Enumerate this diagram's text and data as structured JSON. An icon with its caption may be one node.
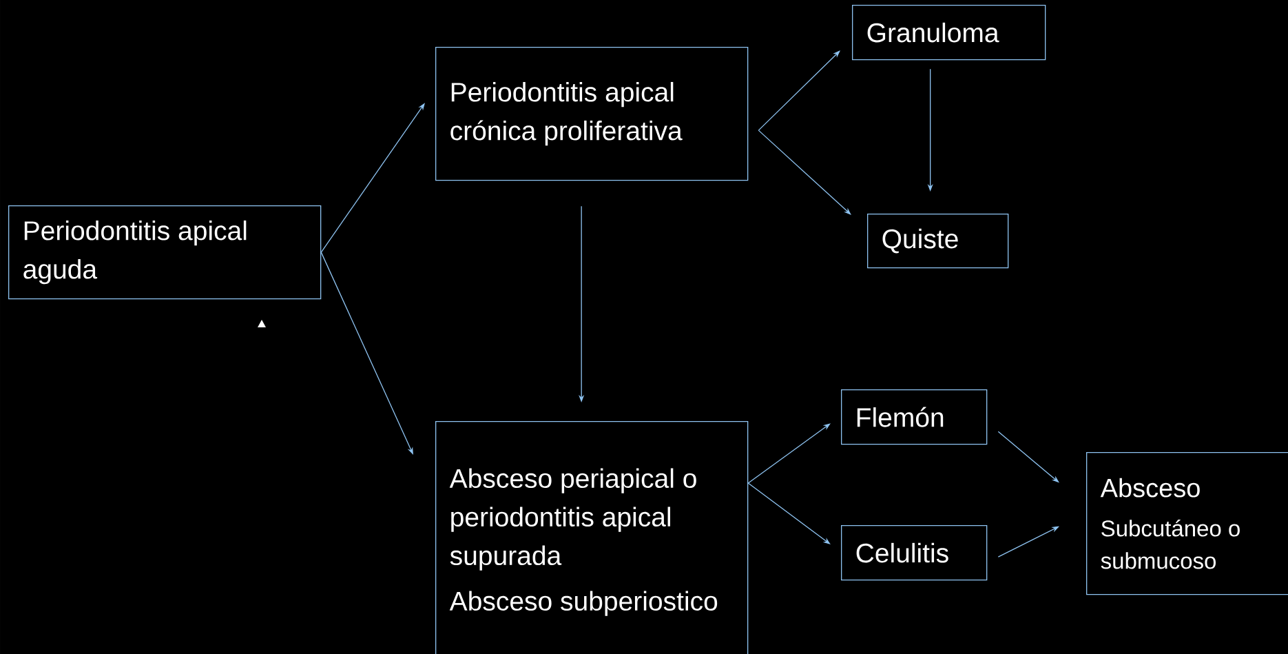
{
  "diagram": {
    "nodes": [
      {
        "text": [
          "Periodontitis apical aguda"
        ]
      },
      {
        "text": [
          "Periodontitis apical crónica proliferativa"
        ]
      },
      {
        "text": [
          "Granuloma"
        ]
      },
      {
        "text": [
          "Quiste"
        ]
      },
      {
        "text": [
          "Absceso periapical o periodontitis apical supurada",
          "Absceso subperiostico"
        ]
      },
      {
        "text": [
          "Flemón"
        ]
      },
      {
        "text": [
          "Celulitis"
        ]
      },
      {
        "text": [
          "Absceso",
          "Subcutáneo o submucoso"
        ]
      }
    ],
    "edges": [
      {
        "from": 0,
        "to": 1,
        "arrow": "to"
      },
      {
        "from": 0,
        "to": 4,
        "arrow": "to"
      },
      {
        "from": 1,
        "to": 2,
        "arrow": "to"
      },
      {
        "from": 1,
        "to": 3,
        "arrow": "to"
      },
      {
        "from": 2,
        "to": 3,
        "arrow": "to"
      },
      {
        "from": 1,
        "to": 4,
        "arrow": "to"
      },
      {
        "from": 4,
        "to": 5,
        "arrow": "to"
      },
      {
        "from": 4,
        "to": 6,
        "arrow": "to"
      },
      {
        "from": 5,
        "to": 7,
        "arrow": "to"
      },
      {
        "from": 6,
        "to": 7,
        "arrow": "to"
      }
    ]
  }
}
